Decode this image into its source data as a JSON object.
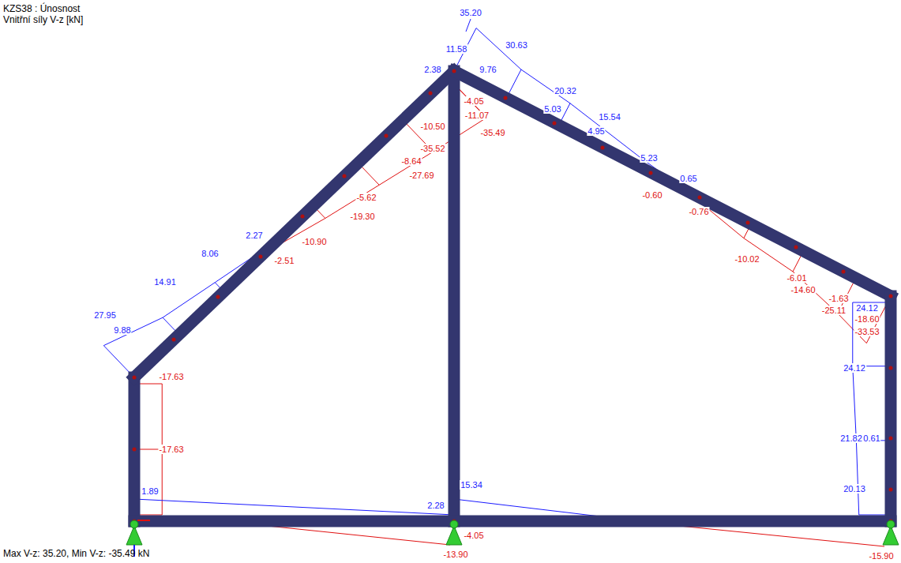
{
  "diagram": {
    "title": "KZS38 : Únosnost",
    "caption": "Max V-z: 35.20, Min V-z: -35.49 kN",
    "labels": [
      "Vnitřní síly V-z [kN]",
      "35.20",
      "11.58",
      "30.63",
      "9.76",
      "20.32",
      "5.03",
      "15.54",
      "4.95",
      "5.23",
      "0.65",
      "2.38",
      "27.95",
      "14.91",
      "8.06",
      "9.88",
      "2.27",
      "24.12",
      "24.12",
      "21.82",
      "0.61",
      "20.13",
      "1.89",
      "15.34",
      "2.28",
      "-4.05",
      "-11.07",
      "-35.49",
      "-35.52",
      "-10.50",
      "-8.64",
      "-27.69",
      "-5.62",
      "-19.30",
      "-10.90",
      "-2.51",
      "-0.60",
      "-0.76",
      "-10.02",
      "-6.01",
      "-14.60",
      "-1.63",
      "-25.11",
      "-18.60",
      "-33.53",
      "-17.63",
      "-17.63",
      "-4.05",
      "-13.90",
      "-15.90"
    ]
  }
}
